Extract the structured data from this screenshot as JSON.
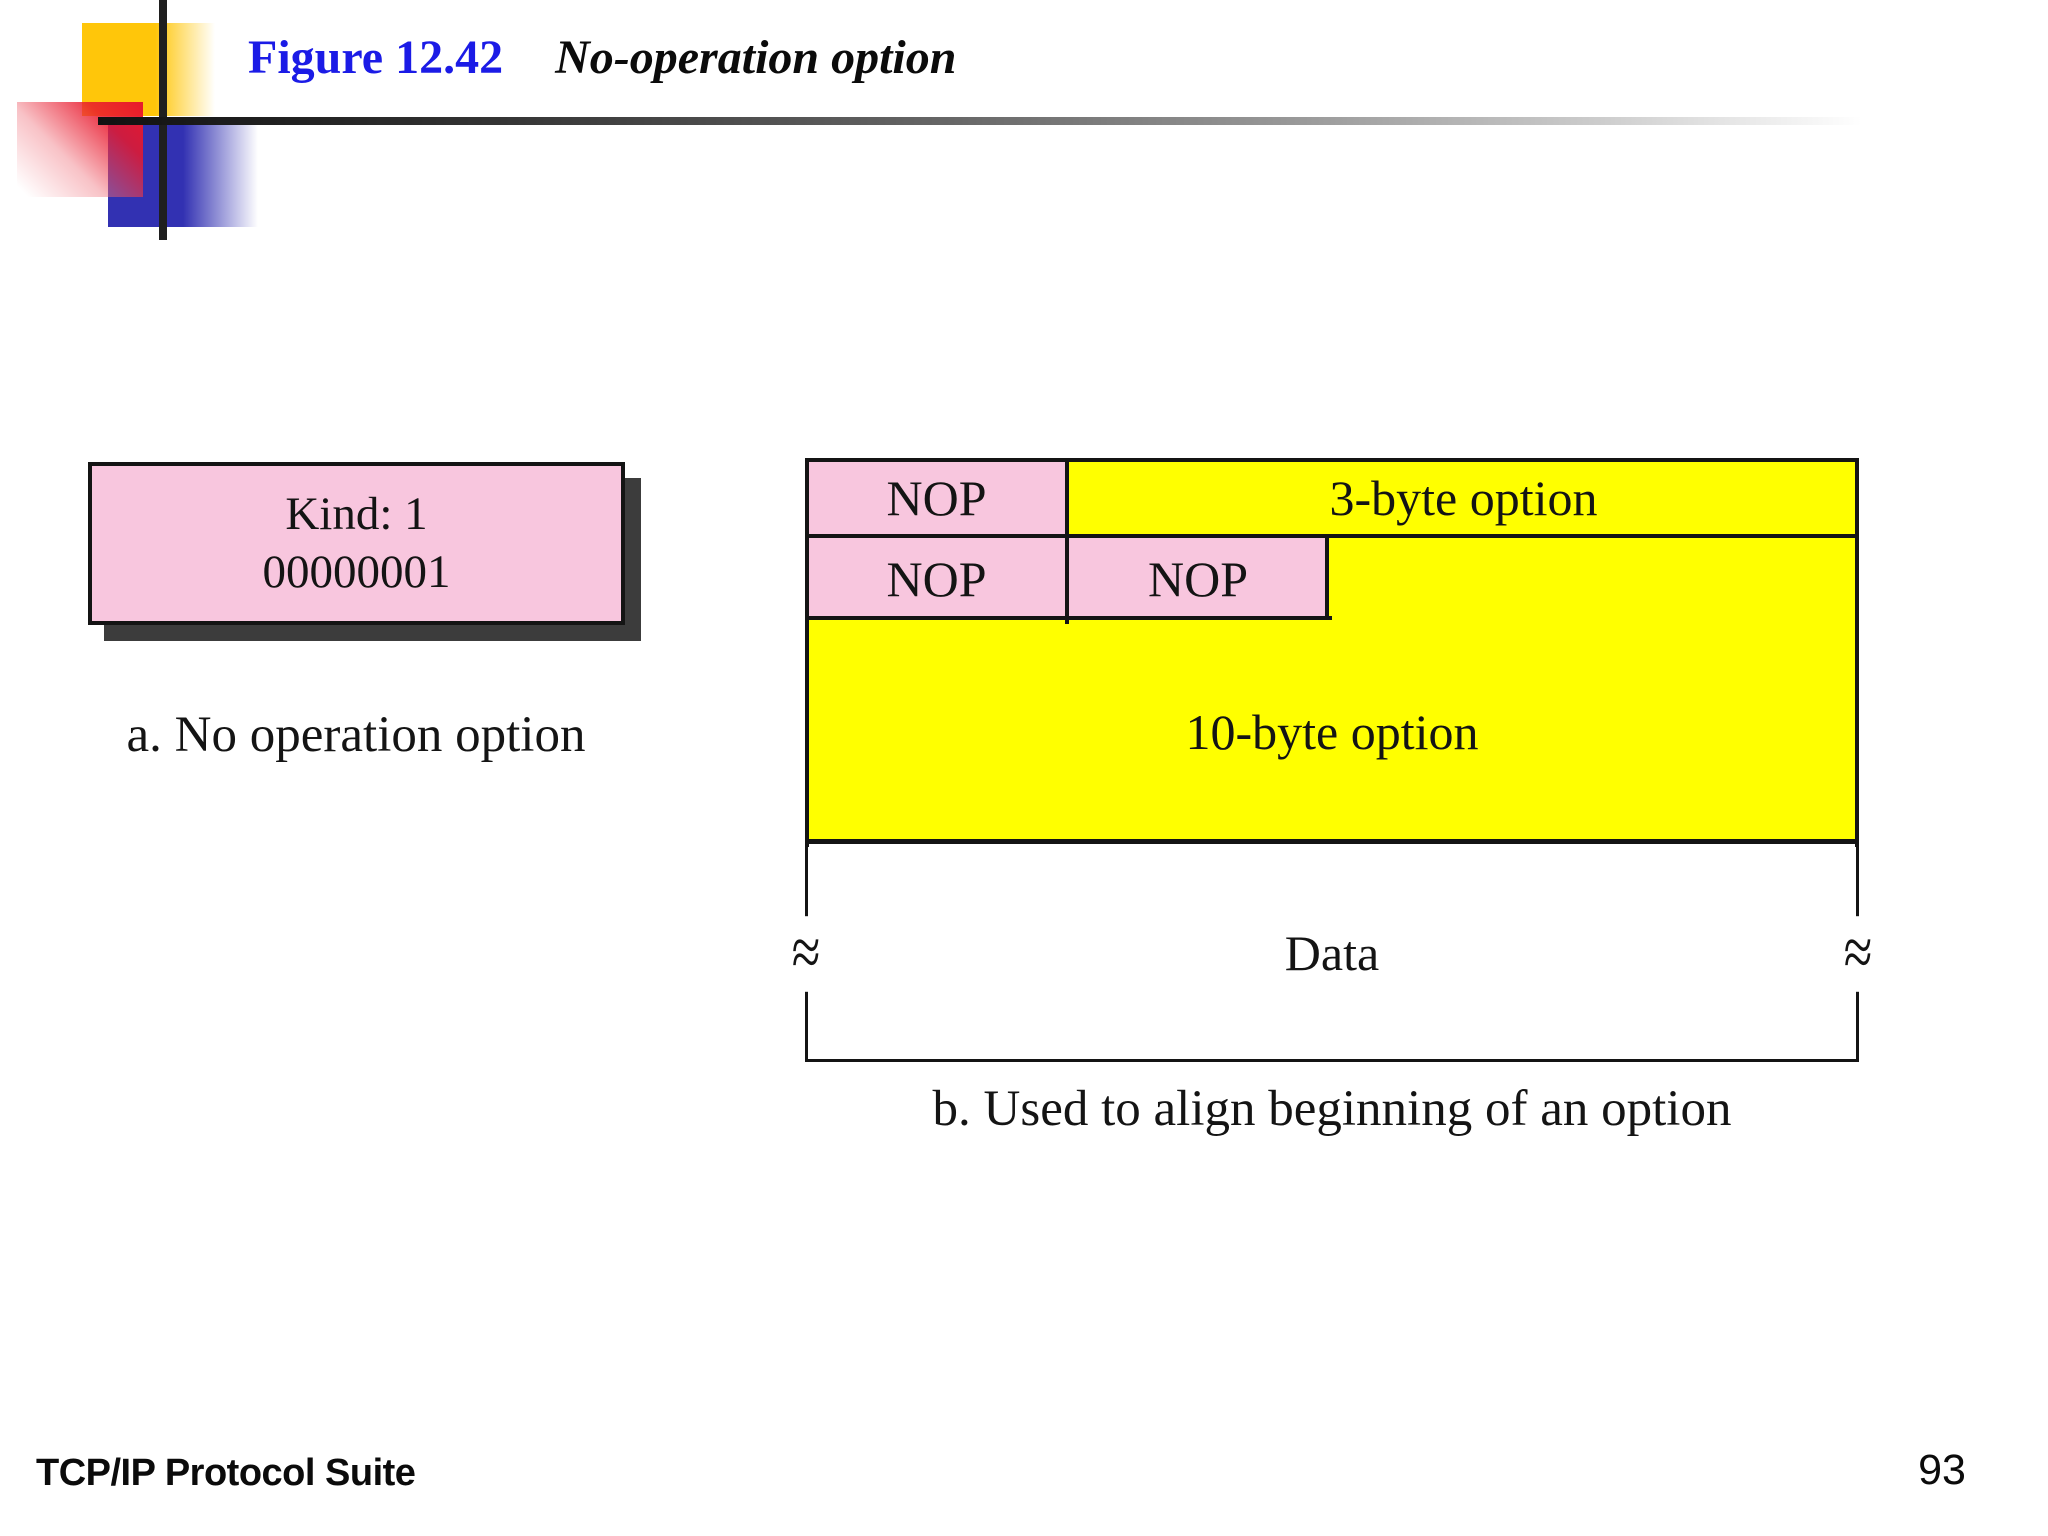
{
  "slide": {
    "figure_label": "Figure 12.42",
    "figure_title": "No-operation option",
    "footer_left": "TCP/IP Protocol Suite",
    "page_number": "93"
  },
  "diagram_a": {
    "box_line1": "Kind: 1",
    "box_line2": "00000001",
    "caption": "a. No operation option"
  },
  "diagram_b": {
    "row1_nop": "NOP",
    "row1_option": "3-byte option",
    "row2_nop1": "NOP",
    "row2_nop2": "NOP",
    "option10_label": "10-byte option",
    "data_label": "Data",
    "break_symbol": "≈",
    "caption": "b. Used to align beginning of an option"
  },
  "colors": {
    "pink": "#F8C6DE",
    "yellow": "#FFFF00",
    "border": "#141414",
    "text": "#141414",
    "title_blue": "#1B1BE6",
    "shadow": "#3C3C3C",
    "decor_yellow": "#FFC60A",
    "decor_red": "#E8182C",
    "decor_blue": "#3231B2"
  }
}
